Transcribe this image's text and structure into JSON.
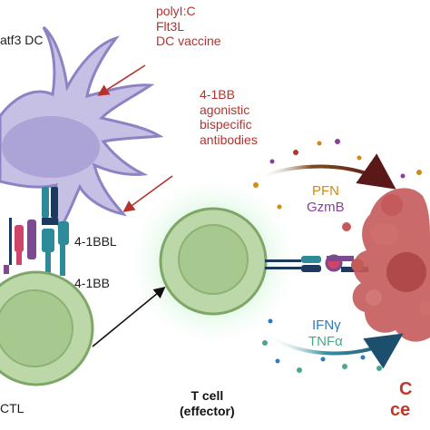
{
  "labels": {
    "dc": "atf3 DC",
    "stimuli": [
      "polyI:C",
      "Flt3L",
      "DC vaccine"
    ],
    "antibodies": [
      "4-1BB",
      "agonistic",
      "bispecific",
      "antibodies"
    ],
    "ligand": "4-1BBL",
    "receptor": "4-1BB",
    "ctl": "CTL",
    "t_cell": [
      "T cell",
      "(effector)"
    ],
    "cytotoxic": [
      "PFN",
      "GzmB"
    ],
    "cytokines": [
      "IFNγ",
      "TNFα"
    ],
    "tumor_partial": [
      "C",
      "ce"
    ]
  },
  "colors": {
    "dc_body": "#c6c0e4",
    "dc_outline": "#8d82c4",
    "cell_green": "#bcd7a8",
    "cell_green_dark": "#7ea767",
    "glow": "#b9efc6",
    "tumor": "#c45a5a",
    "red_text": "#b5332d",
    "pfn_color": "#d28a17",
    "gzmb_color": "#8a3f9d",
    "ifn_color": "#2f7bbf",
    "tnf_color": "#4aa88a",
    "teal_receptor": "#2d8a99",
    "pink_ligand": "#d04468",
    "purple_ligand": "#7b4a8f",
    "navy": "#1c3a5e"
  }
}
